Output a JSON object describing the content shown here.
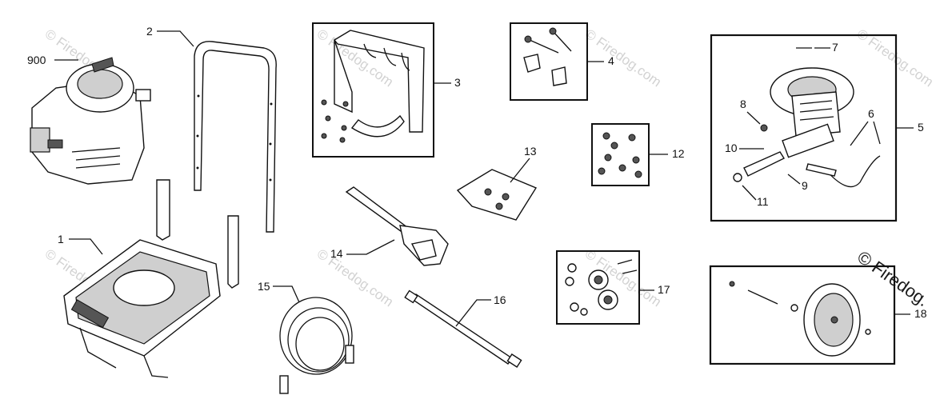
{
  "callouts": {
    "c900": "900",
    "c1": "1",
    "c2": "2",
    "c3": "3",
    "c4": "4",
    "c5": "5",
    "c6": "6",
    "c7": "7",
    "c8": "8",
    "c9": "9",
    "c10": "10",
    "c11": "11",
    "c12": "12",
    "c13": "13",
    "c14": "14",
    "c15": "15",
    "c16": "16",
    "c17": "17",
    "c18": "18"
  },
  "watermark": {
    "text": "© Firedog.com",
    "corner": "© Firedog."
  },
  "colors": {
    "line": "#111111",
    "watermark": "#d2d2d2",
    "background": "#ffffff"
  }
}
